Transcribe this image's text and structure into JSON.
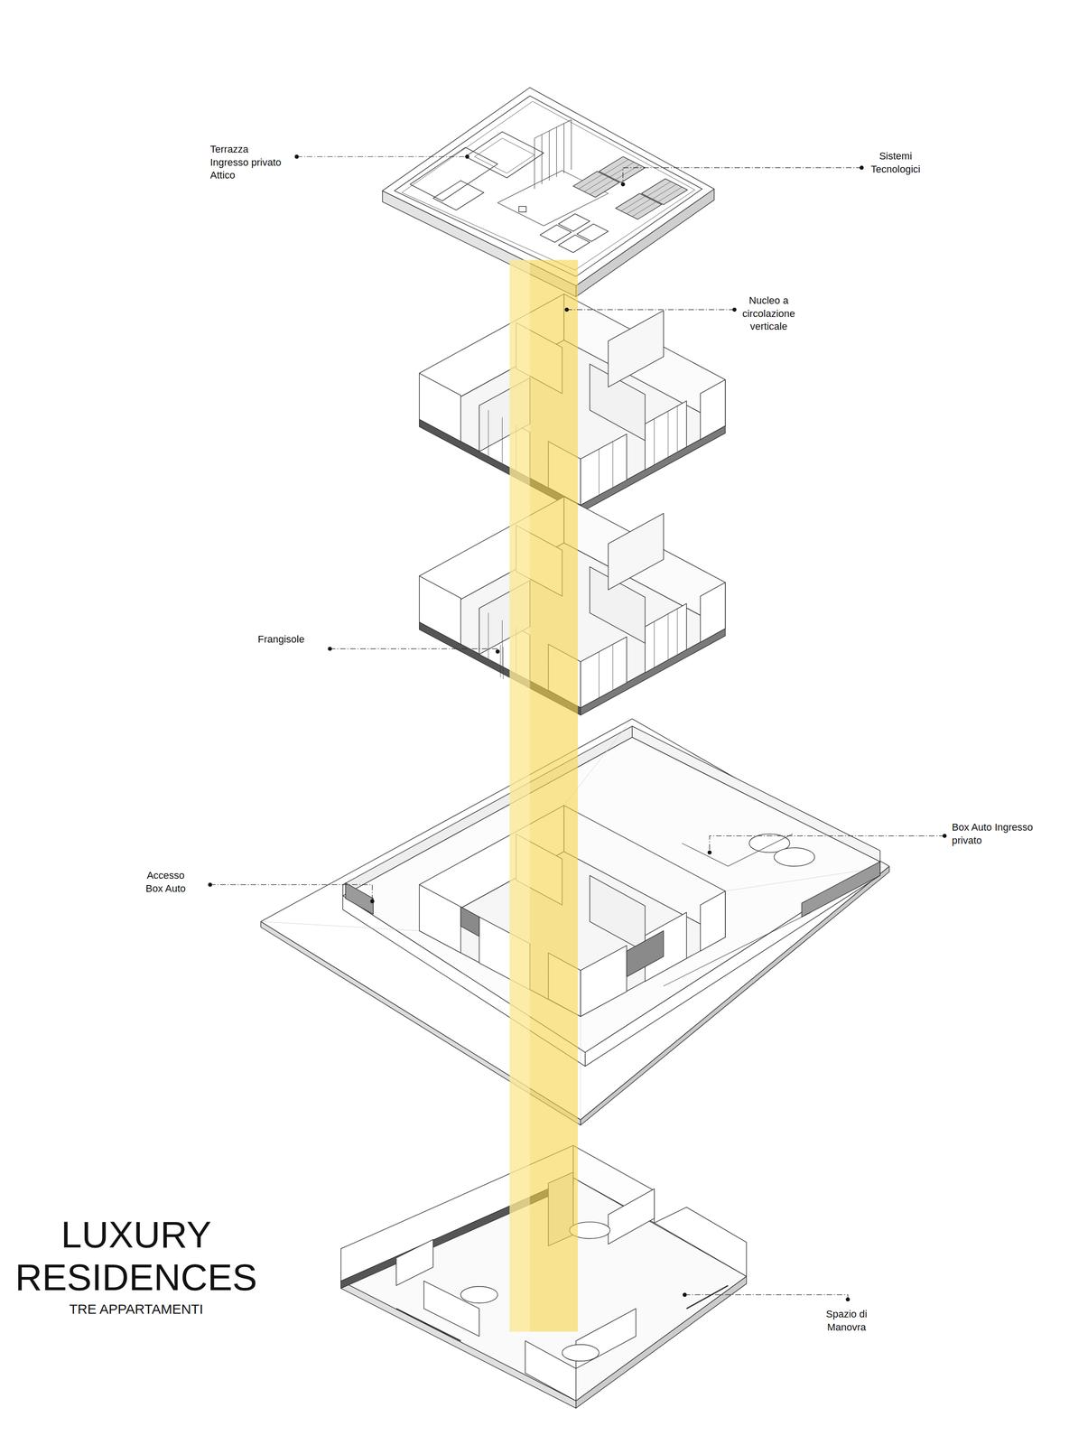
{
  "diagram": {
    "title": "LUXURY RESIDENCES",
    "caption": "TRE APPARTAMENTI",
    "labels": [
      "Terrazza Ingresso privato Attico",
      "Sistemi Tecnologici",
      "Nucleo a circolazione verticale",
      "Frangisole",
      "Accesso Box Auto",
      "Box Auto Ingresso privato",
      "Spazio di Manovra"
    ]
  }
}
